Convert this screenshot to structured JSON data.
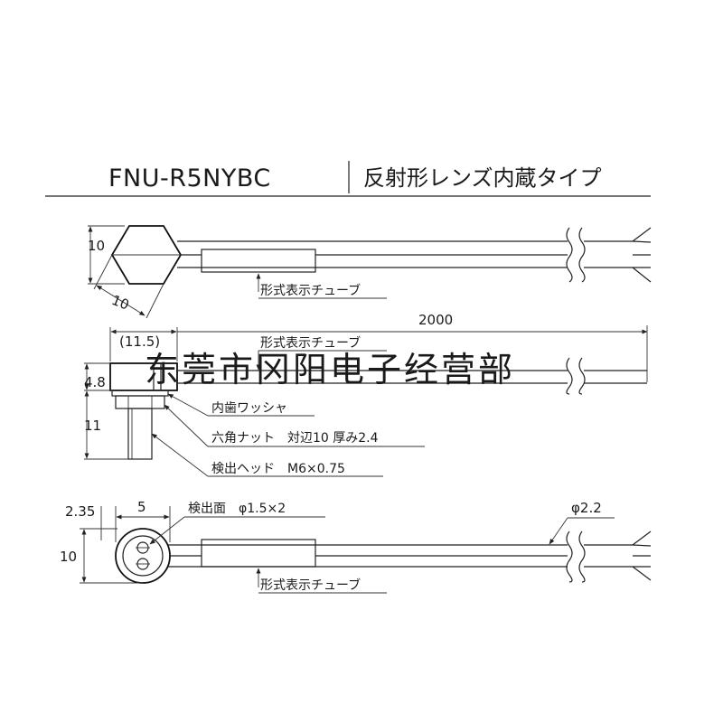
{
  "title": {
    "model": "FNU-R5NYBC",
    "type": "反射形レンズ内蔵タイプ"
  },
  "top_view": {
    "height": "10",
    "width": "10",
    "tube_label": "形式表示チューブ"
  },
  "side_view": {
    "length": "2000",
    "offset": "(11.5)",
    "head_height": "4.8",
    "stem_height": "11",
    "tube_label": "形式表示チューブ",
    "washer_label": "内歯ワッシャ",
    "nut_label": "六角ナット　対辺10 厚み2.4",
    "head_label": "検出ヘッド　M6×0.75"
  },
  "front_view": {
    "offset": "2.35",
    "spacing": "5",
    "height": "10",
    "face_label": "検出面　φ1.5×2",
    "cable_dia": "φ2.2",
    "tube_label": "形式表示チューブ"
  },
  "watermark": "东莞市冈阳电子经营部"
}
